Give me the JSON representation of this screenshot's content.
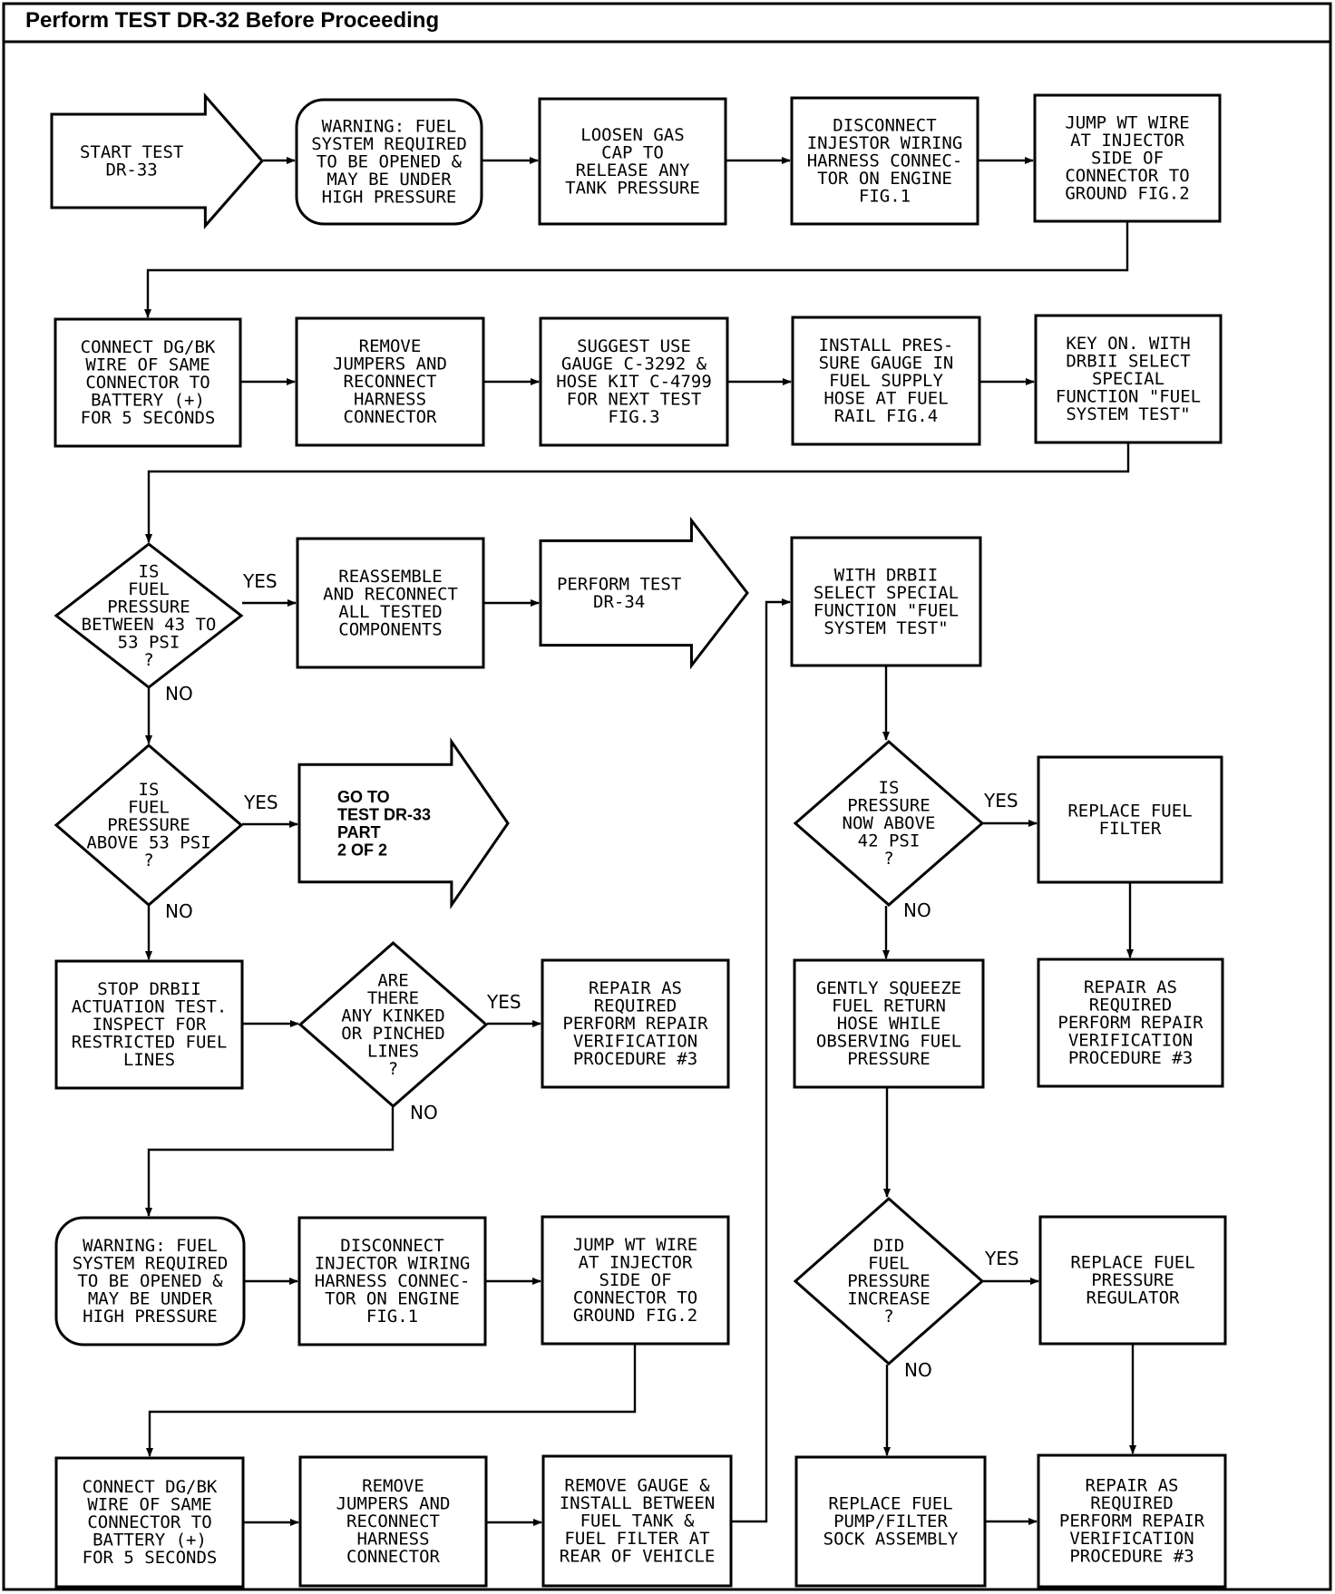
{
  "header": {
    "title": "Perform TEST DR-32 Before Proceeding"
  },
  "branch_labels": {
    "yes": "YES",
    "no": "NO"
  },
  "nodes": {
    "start": {
      "kind": "arrow",
      "lines": [
        "START TEST",
        "DR-33"
      ]
    },
    "warn1": {
      "kind": "rounded",
      "lines": [
        "WARNING: FUEL",
        "SYSTEM REQUIRED",
        "TO BE OPENED &",
        "MAY BE UNDER",
        "HIGH PRESSURE"
      ]
    },
    "loosen": {
      "kind": "box",
      "lines": [
        "LOOSEN GAS",
        "CAP TO",
        "RELEASE ANY",
        "TANK PRESSURE"
      ]
    },
    "disc1": {
      "kind": "box",
      "lines": [
        "DISCONNECT",
        "INJESTOR WIRING",
        "HARNESS CONNEC-",
        "TOR ON ENGINE",
        "FIG.1"
      ]
    },
    "jump1": {
      "kind": "box",
      "lines": [
        "JUMP WT WIRE",
        "AT INJECTOR",
        "SIDE OF",
        "CONNECTOR TO",
        "GROUND FIG.2"
      ]
    },
    "conn1": {
      "kind": "box",
      "lines": [
        "CONNECT DG/BK",
        "WIRE OF SAME",
        "CONNECTOR TO",
        "BATTERY (+)",
        "FOR 5 SECONDS"
      ]
    },
    "remove1": {
      "kind": "box",
      "lines": [
        "REMOVE",
        "JUMPERS AND",
        "RECONNECT",
        "HARNESS",
        "CONNECTOR"
      ]
    },
    "suggest": {
      "kind": "box",
      "lines": [
        "SUGGEST USE",
        "GAUGE C-3292 &",
        "HOSE KIT C-4799",
        "FOR NEXT TEST",
        "FIG.3"
      ]
    },
    "install": {
      "kind": "box",
      "lines": [
        "INSTALL PRES-",
        "SURE GAUGE IN",
        "FUEL SUPPLY",
        "HOSE AT FUEL",
        "RAIL FIG.4"
      ]
    },
    "keyon": {
      "kind": "box",
      "lines": [
        "KEY ON. WITH",
        "DRBII SELECT",
        "SPECIAL",
        "FUNCTION \"FUEL",
        "SYSTEM TEST\""
      ]
    },
    "d_between": {
      "kind": "diamond",
      "lines": [
        "IS",
        "FUEL",
        "PRESSURE",
        "BETWEEN 43 TO",
        "53 PSI",
        "?"
      ]
    },
    "reassemble": {
      "kind": "box",
      "lines": [
        "REASSEMBLE",
        "AND RECONNECT",
        "ALL TESTED",
        "COMPONENTS"
      ]
    },
    "dr34": {
      "kind": "arrow",
      "lines": [
        "PERFORM TEST",
        "DR-34"
      ]
    },
    "withdrb": {
      "kind": "box",
      "lines": [
        "WITH DRBII",
        "SELECT SPECIAL",
        "FUNCTION \"FUEL",
        "SYSTEM TEST\""
      ]
    },
    "d_above53": {
      "kind": "diamond",
      "lines": [
        "IS",
        "FUEL",
        "PRESSURE",
        "ABOVE 53 PSI",
        "?"
      ]
    },
    "goto": {
      "kind": "arrow",
      "lines": [
        "GO TO",
        "TEST DR-33",
        "PART",
        "2 OF 2"
      ]
    },
    "d_above42": {
      "kind": "diamond",
      "lines": [
        "IS",
        "PRESSURE",
        "NOW ABOVE",
        "42 PSI",
        "?"
      ]
    },
    "rep_filter": {
      "kind": "box",
      "lines": [
        "REPLACE FUEL",
        "FILTER"
      ]
    },
    "stop": {
      "kind": "box",
      "lines": [
        "STOP DRBII",
        "ACTUATION TEST.",
        "INSPECT FOR",
        "RESTRICTED FUEL",
        "LINES"
      ]
    },
    "d_kinked": {
      "kind": "diamond",
      "lines": [
        "ARE",
        "THERE",
        "ANY KINKED",
        "OR PINCHED",
        "LINES",
        "?"
      ]
    },
    "repair1": {
      "kind": "box",
      "lines": [
        "REPAIR AS",
        "REQUIRED",
        "PERFORM REPAIR",
        "VERIFICATION",
        "PROCEDURE #3"
      ]
    },
    "squeeze": {
      "kind": "box",
      "lines": [
        "GENTLY SQUEEZE",
        "FUEL RETURN",
        "HOSE WHILE",
        "OBSERVING FUEL",
        "PRESSURE"
      ]
    },
    "repair2": {
      "kind": "box",
      "lines": [
        "REPAIR AS",
        "REQUIRED",
        "PERFORM REPAIR",
        "VERIFICATION",
        "PROCEDURE #3"
      ]
    },
    "warn2": {
      "kind": "rounded",
      "lines": [
        "WARNING: FUEL",
        "SYSTEM REQUIRED",
        "TO BE OPENED &",
        "MAY BE UNDER",
        "HIGH PRESSURE"
      ]
    },
    "disc2": {
      "kind": "box",
      "lines": [
        "DISCONNECT",
        "INJECTOR WIRING",
        "HARNESS CONNEC-",
        "TOR ON ENGINE",
        "FIG.1"
      ]
    },
    "jump2": {
      "kind": "box",
      "lines": [
        "JUMP WT WIRE",
        "AT INJECTOR",
        "SIDE OF",
        "CONNECTOR TO",
        "GROUND FIG.2"
      ]
    },
    "d_increase": {
      "kind": "diamond",
      "lines": [
        "DID",
        "FUEL",
        "PRESSURE",
        "INCREASE",
        "?"
      ]
    },
    "rep_reg": {
      "kind": "box",
      "lines": [
        "REPLACE FUEL",
        "PRESSURE",
        "REGULATOR"
      ]
    },
    "conn2": {
      "kind": "box",
      "lines": [
        "CONNECT DG/BK",
        "WIRE OF SAME",
        "CONNECTOR TO",
        "BATTERY (+)",
        "FOR 5 SECONDS"
      ]
    },
    "remove2": {
      "kind": "box",
      "lines": [
        "REMOVE",
        "JUMPERS AND",
        "RECONNECT",
        "HARNESS",
        "CONNECTOR"
      ]
    },
    "remgauge": {
      "kind": "box",
      "lines": [
        "REMOVE GAUGE &",
        "INSTALL BETWEEN",
        "FUEL TANK &",
        "FUEL FILTER AT",
        "REAR OF VEHICLE"
      ]
    },
    "rep_pump": {
      "kind": "box",
      "lines": [
        "REPLACE FUEL",
        "PUMP/FILTER",
        "SOCK ASSEMBLY"
      ]
    },
    "repair3": {
      "kind": "box",
      "lines": [
        "REPAIR AS",
        "REQUIRED",
        "PERFORM REPAIR",
        "VERIFICATION",
        "PROCEDURE #3"
      ]
    }
  }
}
